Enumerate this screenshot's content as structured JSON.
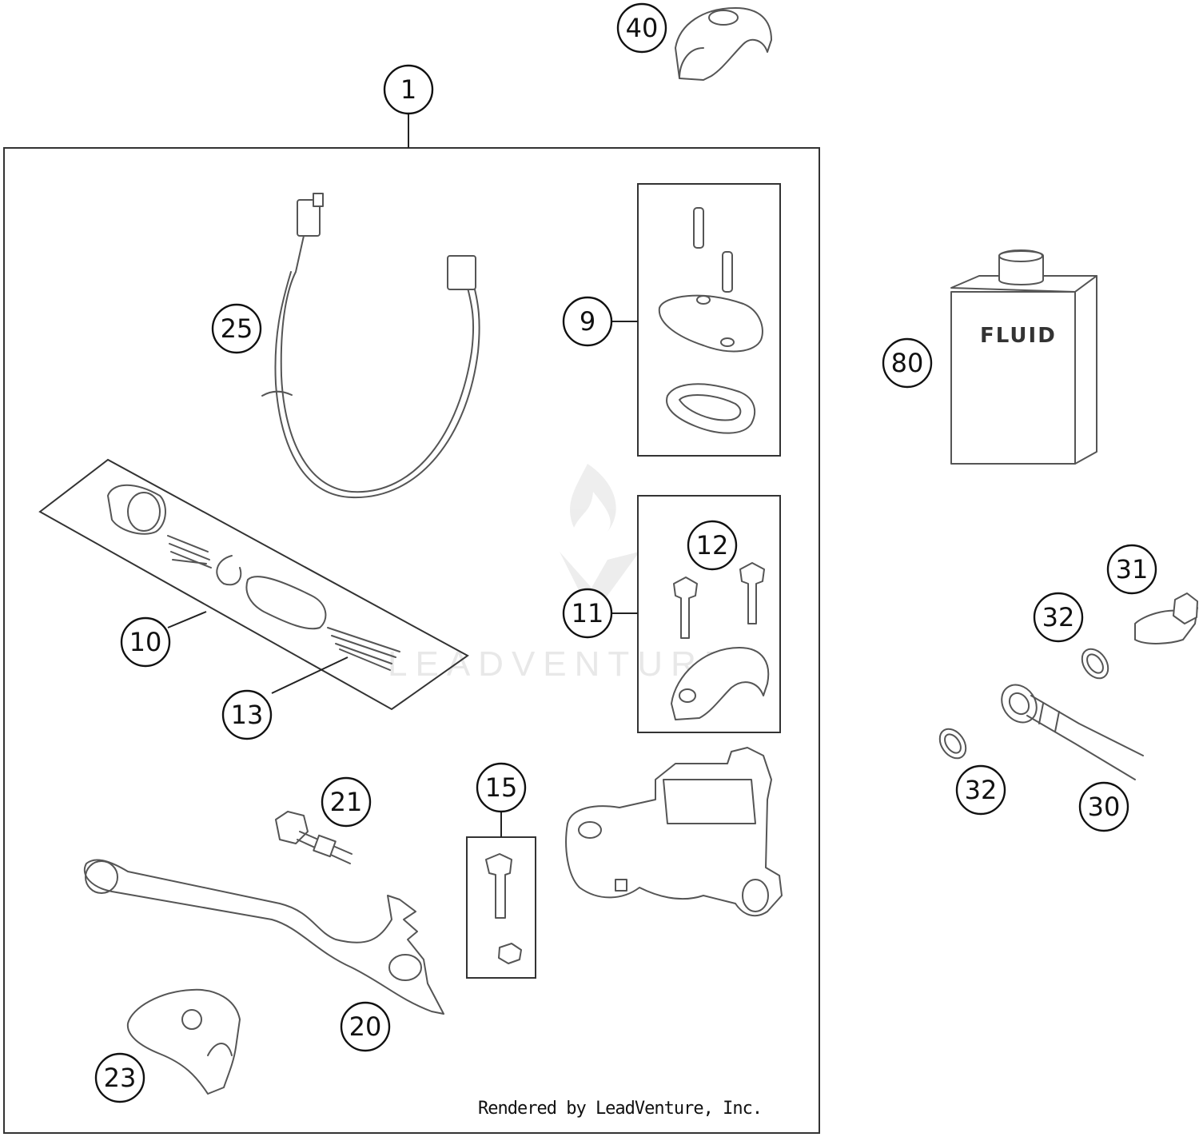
{
  "callouts": {
    "c1": "1",
    "c9": "9",
    "c10": "10",
    "c11": "11",
    "c12": "12",
    "c13": "13",
    "c15": "15",
    "c20": "20",
    "c21": "21",
    "c23": "23",
    "c25": "25",
    "c30": "30",
    "c31": "31",
    "c32a": "32",
    "c32b": "32",
    "c40": "40",
    "c80": "80"
  },
  "labels": {
    "fluid": "FLUID",
    "watermark": "LEADVENTURE",
    "credit": "Rendered by LeadVenture, Inc."
  }
}
